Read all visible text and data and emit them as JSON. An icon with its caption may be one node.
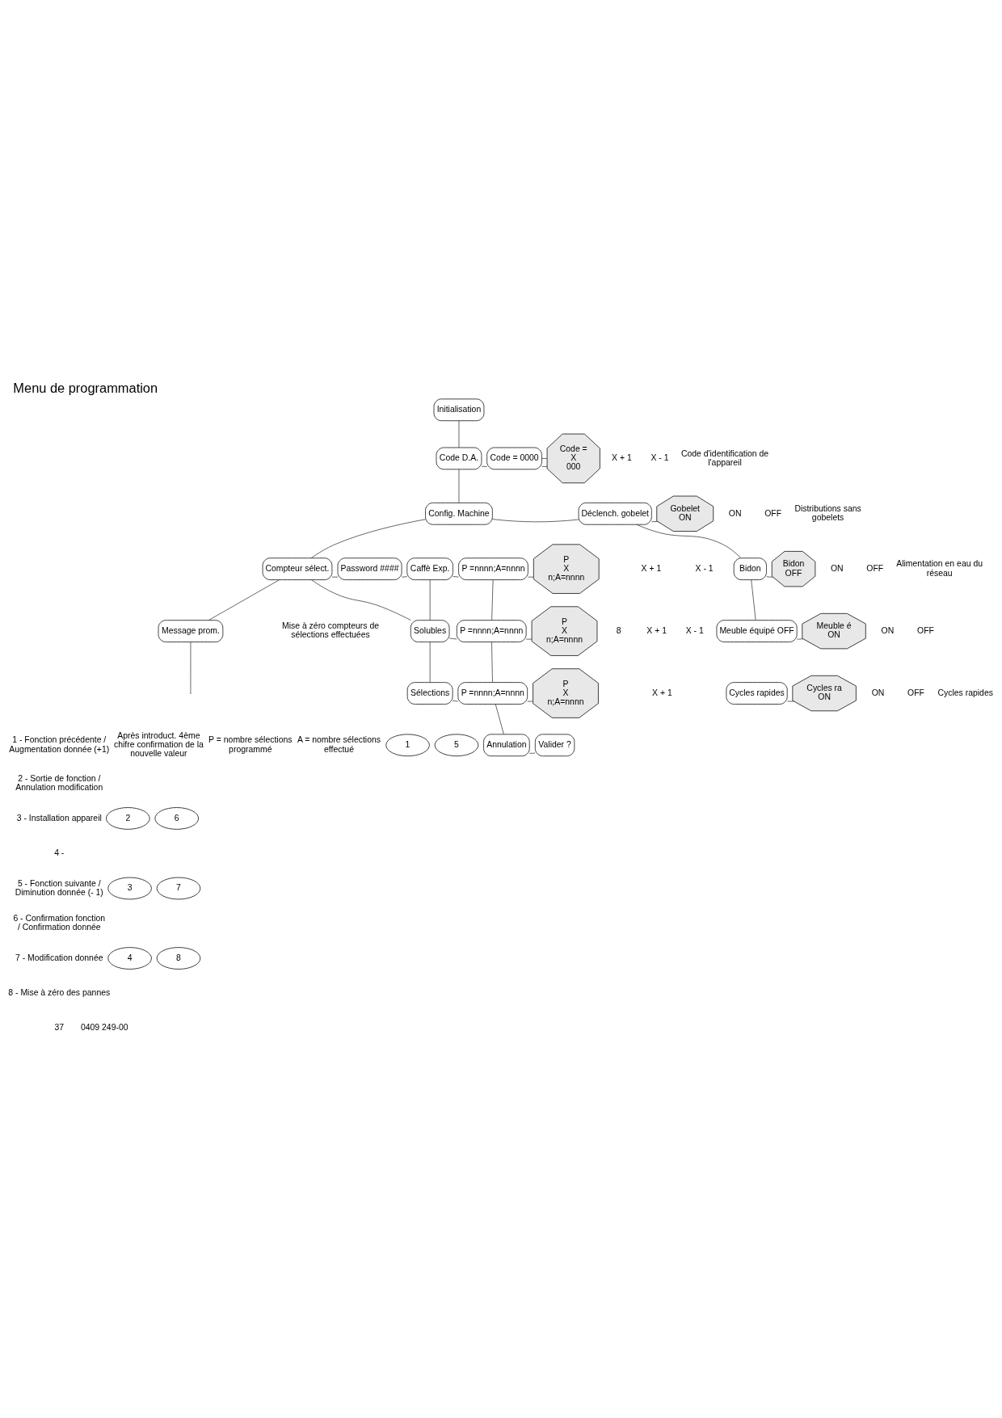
{
  "diagram": {
    "title": "Menu de programmation",
    "nodes": [
      {
        "text": [
          "Initialisation"
        ]
      },
      {
        "text": [
          "Code D.A."
        ]
      },
      {
        "text": [
          "Code = 0000"
        ]
      },
      {
        "text": [
          "Code =",
          "X",
          "000"
        ]
      },
      {
        "text": [
          "Config. Machine"
        ]
      },
      {
        "text": [
          "Déclench. gobelet"
        ]
      },
      {
        "text": [
          "Gobelet",
          "ON"
        ]
      },
      {
        "text": [
          "Bidon"
        ]
      },
      {
        "text": [
          "Bidon",
          "OFF"
        ]
      },
      {
        "text": [
          "Meuble équipé OFF"
        ]
      },
      {
        "text": [
          "Meuble é",
          "ON"
        ]
      },
      {
        "text": [
          "Cycles rapides"
        ]
      },
      {
        "text": [
          "Cycles ra",
          "ON"
        ]
      },
      {
        "text": [
          "Compteur sélect."
        ]
      },
      {
        "text": [
          "Password ####"
        ]
      },
      {
        "text": [
          "Caffè Exp."
        ]
      },
      {
        "text": [
          "P =nnnn;A=nnnn"
        ]
      },
      {
        "text": [
          "P",
          "X",
          "n;A=nnnn"
        ]
      },
      {
        "text": [
          "Solubles"
        ]
      },
      {
        "text": [
          "P =nnnn;A=nnnn"
        ]
      },
      {
        "text": [
          "P",
          "X",
          "n;A=nnnn"
        ]
      },
      {
        "text": [
          "Sélections"
        ]
      },
      {
        "text": [
          "P =nnnn;A=nnnn"
        ]
      },
      {
        "text": [
          "P",
          "X",
          "n;A=nnnn"
        ]
      },
      {
        "text": [
          "Annulation"
        ]
      },
      {
        "text": [
          "Valider ?"
        ]
      },
      {
        "text": [
          "Message prom."
        ]
      },
      {
        "text": [
          "1"
        ]
      },
      {
        "text": [
          "5"
        ]
      },
      {
        "text": [
          "2"
        ]
      },
      {
        "text": [
          "6"
        ]
      },
      {
        "text": [
          "3"
        ]
      },
      {
        "text": [
          "7"
        ]
      },
      {
        "text": [
          "4"
        ]
      },
      {
        "text": [
          "8"
        ]
      }
    ],
    "edges": [
      {
        "from": 0,
        "to": 1,
        "arrow": "none"
      },
      {
        "from": 1,
        "to": 2,
        "arrow": "none"
      },
      {
        "from": 2,
        "to": 3,
        "arrow": "none"
      },
      {
        "from": 2,
        "to": 3,
        "arrow": "none"
      },
      {
        "from": 1,
        "to": 4,
        "arrow": "none"
      },
      {
        "from": 4,
        "to": 5,
        "arrow": "none"
      },
      {
        "from": 5,
        "to": 6,
        "arrow": "none"
      },
      {
        "from": 5,
        "to": 7,
        "arrow": "none"
      },
      {
        "from": 7,
        "to": 8,
        "arrow": "none"
      },
      {
        "from": 7,
        "to": 9,
        "arrow": "none"
      },
      {
        "from": 9,
        "to": 10,
        "arrow": "none"
      },
      {
        "from": 11,
        "to": 12,
        "arrow": "none"
      },
      {
        "from": 4,
        "to": 13,
        "arrow": "none"
      },
      {
        "from": 13,
        "to": 14,
        "arrow": "none"
      },
      {
        "from": 14,
        "to": 15,
        "arrow": "none"
      },
      {
        "from": 15,
        "to": 16,
        "arrow": "none"
      },
      {
        "from": 16,
        "to": 17,
        "arrow": "none"
      },
      {
        "from": 15,
        "to": 18,
        "arrow": "none"
      },
      {
        "from": 13,
        "to": 18,
        "arrow": "none"
      },
      {
        "from": 18,
        "to": 19,
        "arrow": "none"
      },
      {
        "from": 19,
        "to": 20,
        "arrow": "none"
      },
      {
        "from": 18,
        "to": 21,
        "arrow": "none"
      },
      {
        "from": 21,
        "to": 22,
        "arrow": "none"
      },
      {
        "from": 22,
        "to": 23,
        "arrow": "none"
      },
      {
        "from": 16,
        "to": 19,
        "arrow": "none"
      },
      {
        "from": 19,
        "to": 22,
        "arrow": "none"
      },
      {
        "from": 22,
        "to": 24,
        "arrow": "none"
      },
      {
        "from": 24,
        "to": 25,
        "arrow": "none"
      },
      {
        "from": 13,
        "to": 26,
        "arrow": "none"
      },
      {
        "from": 26,
        "to": null,
        "arrow": "none"
      }
    ],
    "labels": [
      "X + 1",
      "X - 1",
      "Code d'identification de l'appareil",
      "ON",
      "OFF",
      "Distributions sans gobelets",
      "ON",
      "OFF",
      "Alimentation en eau du réseau",
      "ON",
      "OFF",
      "ON",
      "OFF",
      "Cycles rapides",
      "X + 1",
      "X - 1",
      "8",
      "X + 1",
      "X - 1",
      "X + 1",
      "Après introduct. 4ème chifre confirmation de la nouvelle valeur",
      "P = nombre sélections programmé",
      "A = nombre sélections effectué",
      "Mise à zéro compteurs de sélections effectuées",
      "1 - Fonction précédente / Augmentation donnée (+1)",
      "2 - Sortie de fonction / Annulation modification",
      "3 - Installation appareil",
      "4 -",
      "5 - Fonction suivante / Diminution donnée (- 1)",
      "6 - Confirmation fonction / Confirmation donnée",
      "7 - Modification donnée",
      "8 - Mise à zéro des pannes",
      "37",
      "0409 249-00"
    ]
  }
}
